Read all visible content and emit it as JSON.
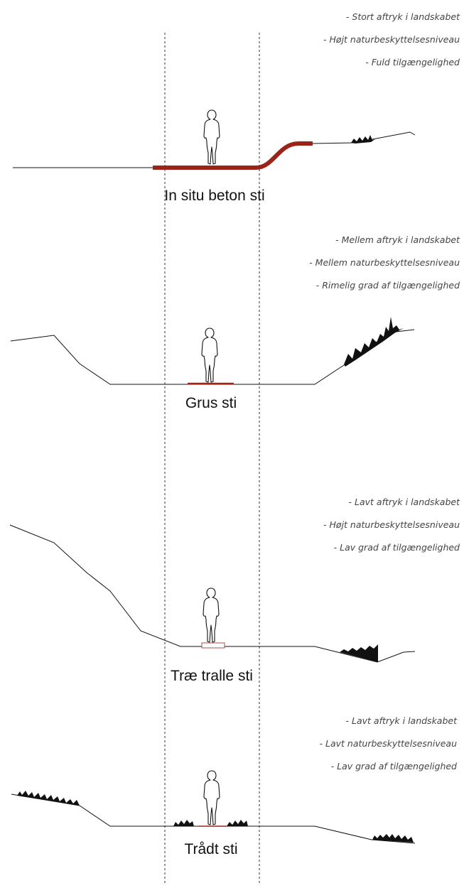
{
  "sections": [
    {
      "title": "In situ beton sti",
      "notes": [
        "- Stort aftryk i landskabet",
        "- Højt naturbeskyttelsesniveau",
        "- Fuld tilgængelighed"
      ]
    },
    {
      "title": "Grus sti",
      "notes": [
        "- Mellem aftryk i landskabet",
        "- Mellem naturbeskyttelsesniveau",
        "- Rimelig grad af tilgængelighed"
      ]
    },
    {
      "title": "Træ tralle sti",
      "notes": [
        "- Lavt aftryk i landskabet",
        "- Højt naturbeskyttelsesniveau",
        "- Lav grad af tilgængelighed"
      ]
    },
    {
      "title": "Trådt sti",
      "notes": [
        "- Lavt aftryk i landskabet",
        "- Lavt naturbeskyttelsesniveau",
        "- Lav grad af tilgængelighed"
      ]
    }
  ],
  "colors": {
    "path_red": "#9b2318",
    "line": "#111111",
    "dash": "#333333"
  },
  "icons": {
    "person": "person-silhouette-icon",
    "vegetation": "grass-tuft-icon"
  }
}
